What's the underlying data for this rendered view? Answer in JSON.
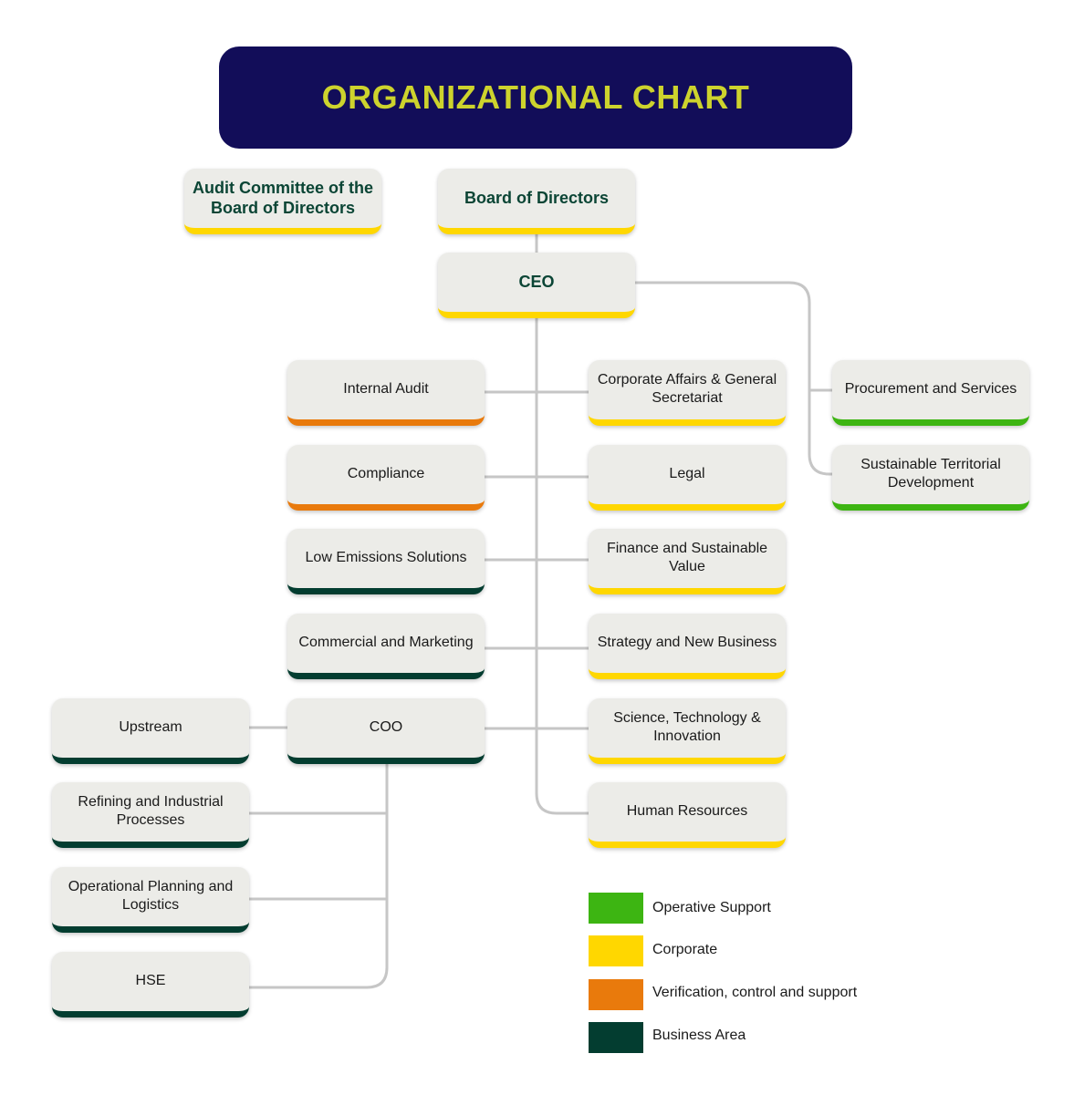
{
  "title": "ORGANIZATIONAL CHART",
  "colors": {
    "operative": "#3db512",
    "corporate": "#ffd700",
    "verification": "#e97a0c",
    "business": "#033d30",
    "connector": "#c6c6c6",
    "title_bg": "#120d59",
    "title_text": "#cdd32d"
  },
  "nodes": {
    "audit_committee": "Audit Committee of the Board of Directors",
    "board": "Board of Directors",
    "ceo": "CEO",
    "internal_audit": "Internal Audit",
    "compliance": "Compliance",
    "low_emissions": "Low Emissions Solutions",
    "commercial": "Commercial and Marketing",
    "coo": "COO",
    "upstream": "Upstream",
    "refining": "Refining and Industrial Processes",
    "operational_planning": "Operational Planning and Logistics",
    "hse": "HSE",
    "corporate_affairs": "Corporate Affairs & General Secretariat",
    "legal": "Legal",
    "finance": "Finance and Sustainable Value",
    "strategy": "Strategy and New Business",
    "science": "Science, Technology & Innovation",
    "human_resources": "Human Resources",
    "procurement": "Procurement and Services",
    "sustainable_territorial": "Sustainable Territorial Development"
  },
  "legend": [
    {
      "label": "Operative Support",
      "color": "#3db512"
    },
    {
      "label": "Corporate",
      "color": "#ffd700"
    },
    {
      "label": "Verification, control and support",
      "color": "#e97a0c"
    },
    {
      "label": "Business Area",
      "color": "#033d30"
    }
  ]
}
